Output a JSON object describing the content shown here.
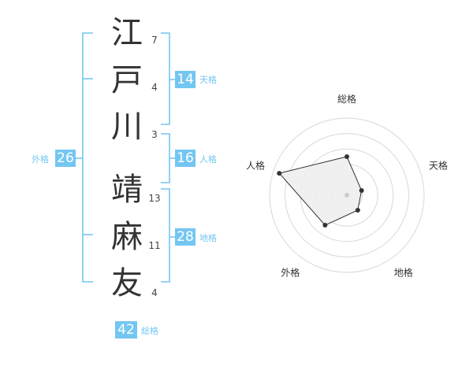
{
  "name": {
    "chars": [
      {
        "char": "江",
        "strokes": "7"
      },
      {
        "char": "戸",
        "strokes": "4"
      },
      {
        "char": "川",
        "strokes": "3"
      },
      {
        "char": "靖",
        "strokes": "13"
      },
      {
        "char": "麻",
        "strokes": "11"
      },
      {
        "char": "友",
        "strokes": "4"
      }
    ]
  },
  "kaku": {
    "ten": {
      "value": "14",
      "label": "天格"
    },
    "jin": {
      "value": "16",
      "label": "人格"
    },
    "chi": {
      "value": "28",
      "label": "地格"
    },
    "gai": {
      "value": "26",
      "label": "外格"
    },
    "sou": {
      "value": "42",
      "label": "総格"
    }
  },
  "colors": {
    "accent": "#74c6f2",
    "char_text": "#333333",
    "ring": "#d8d8d8",
    "radar_fill": "#eeeeee"
  },
  "chart_data": {
    "type": "radar",
    "axes": [
      "総格",
      "天格",
      "地格",
      "外格",
      "人格"
    ],
    "values": [
      2.5,
      1.0,
      1.2,
      2.4,
      4.6
    ],
    "rmax": 5,
    "rings": 5,
    "title": ""
  }
}
